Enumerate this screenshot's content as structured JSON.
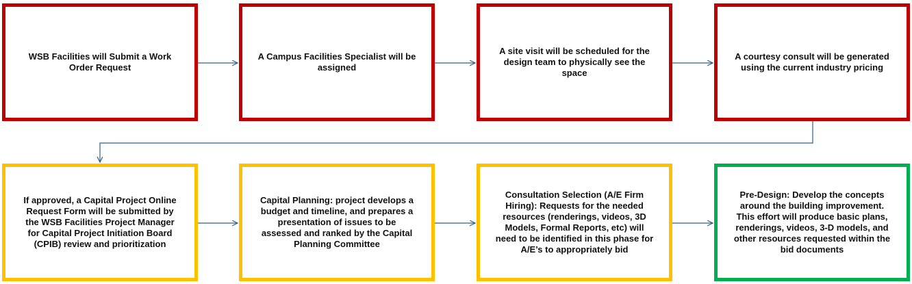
{
  "colors": {
    "red": "#c00000",
    "yellow": "#ffc000",
    "green": "#00b050",
    "connector": "#2e5f86"
  },
  "row1": [
    {
      "text": "WSB Facilities will Submit a Work Order Request",
      "color": "red"
    },
    {
      "text": "A Campus Facilities Specialist will be assigned",
      "color": "red"
    },
    {
      "text": "A site visit will be scheduled for the design team to physically see the space",
      "color": "red"
    },
    {
      "text": "A courtesy consult will be generated using the current industry pricing",
      "color": "red"
    }
  ],
  "row2": [
    {
      "text": "If approved, a Capital Project Online Request Form will be submitted by the WSB Facilities Project Manager for Capital Project Initiation Board (CPIB) review and  prioritization",
      "color": "yellow"
    },
    {
      "text": "Capital Planning: project develops a budget and timeline, and prepares a presentation of issues to be assessed and ranked by the Capital Planning Committee",
      "color": "yellow"
    },
    {
      "text": "Consultation Selection (A/E Firm Hiring): Requests for the needed resources (renderings, videos, 3D Models, Formal Reports, etc) will need to be identified in this phase for A/E’s to appropriately bid",
      "color": "yellow"
    },
    {
      "text": "Pre-Design: Develop the concepts around the building improvement. This effort will produce basic plans, renderings, videos, 3-D models, and other resources requested within the bid documents",
      "color": "green"
    }
  ]
}
